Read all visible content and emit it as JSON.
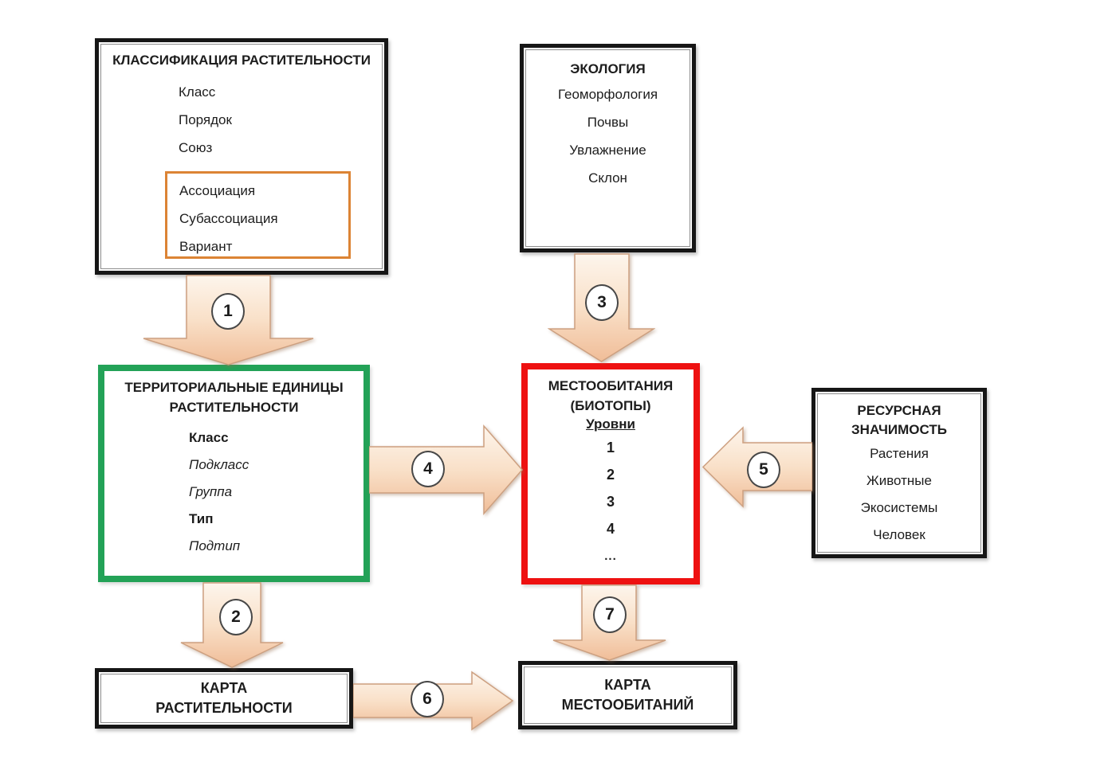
{
  "diagram": {
    "classification": {
      "title": "КЛАССИФИКАЦИЯ РАСТИТЕЛЬНОСТИ",
      "items": [
        "Класс",
        "Порядок",
        "Союз"
      ],
      "association_group": [
        "Ассоциация",
        "Субассоциация",
        "Вариант"
      ]
    },
    "ecology": {
      "title": "ЭКОЛОГИЯ",
      "items": [
        "Геоморфология",
        "Почвы",
        "Увлажнение",
        "Склон"
      ]
    },
    "territorial_units": {
      "title": "ТЕРРИТОРИАЛЬНЫЕ ЕДИНИЦЫ РАСТИТЕЛЬНОСТИ",
      "items": [
        "Класс",
        "Подкласс",
        "Группа",
        "Тип",
        "Подтип"
      ]
    },
    "habitats": {
      "title": "МЕСТООБИТАНИЯ (БИОТОПЫ)",
      "subtitle": "Уровни",
      "levels": [
        "1",
        "2",
        "3",
        "4",
        "..."
      ]
    },
    "resource_value": {
      "title": "РЕСУРСНАЯ ЗНАЧИМОСТЬ",
      "items": [
        "Растения",
        "Животные",
        "Экосистемы",
        "Человек"
      ]
    },
    "vegetation_map": {
      "title": "КАРТА РАСТИТЕЛЬНОСТИ"
    },
    "habitat_map": {
      "title": "КАРТА МЕСТООБИТАНИЙ"
    },
    "arrow_labels": {
      "a1": "1",
      "a2": "2",
      "a3": "3",
      "a4": "4",
      "a5": "5",
      "a6": "6",
      "a7": "7"
    },
    "colors": {
      "territorial_border": "#23a257",
      "habitats_border": "#ee1111",
      "association_border": "#dc8435",
      "black_box_border": "#161616",
      "arrow_fill_light": "#fdf5ec",
      "arrow_fill_mid": "#f9e0c8",
      "arrow_fill_dark": "#f0bd98",
      "arrow_outline": "#cda080"
    }
  }
}
